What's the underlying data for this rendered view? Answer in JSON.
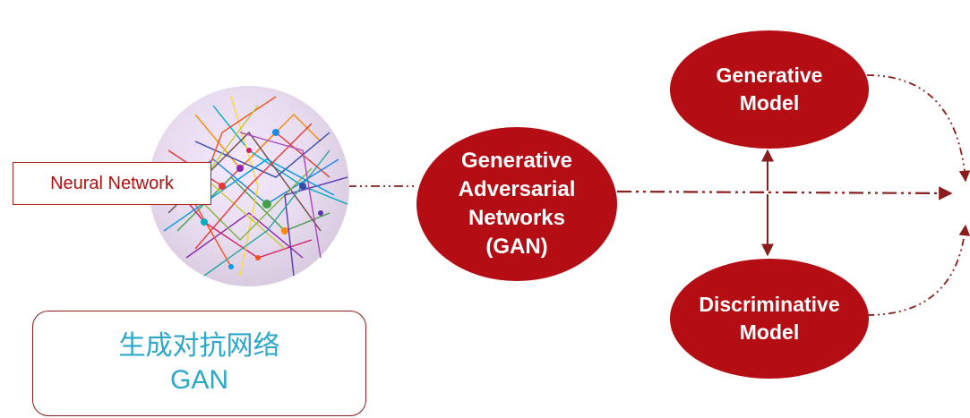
{
  "neural_network": {
    "label": "Neural Network"
  },
  "gan_box": {
    "line1": "生成对抗网络",
    "line2": "GAN"
  },
  "gan_node": {
    "line1": "Generative",
    "line2": "Adversarial",
    "line3": "Networks",
    "line4": "(GAN)"
  },
  "generative_node": {
    "line1": "Generative",
    "line2": "Model"
  },
  "discriminative_node": {
    "line1": "Discriminative",
    "line2": "Model"
  },
  "colors": {
    "node_fill": "#b50d14",
    "line": "#8a1c1c",
    "gan_text": "#2ba7c7",
    "nn_text": "#b01010"
  }
}
